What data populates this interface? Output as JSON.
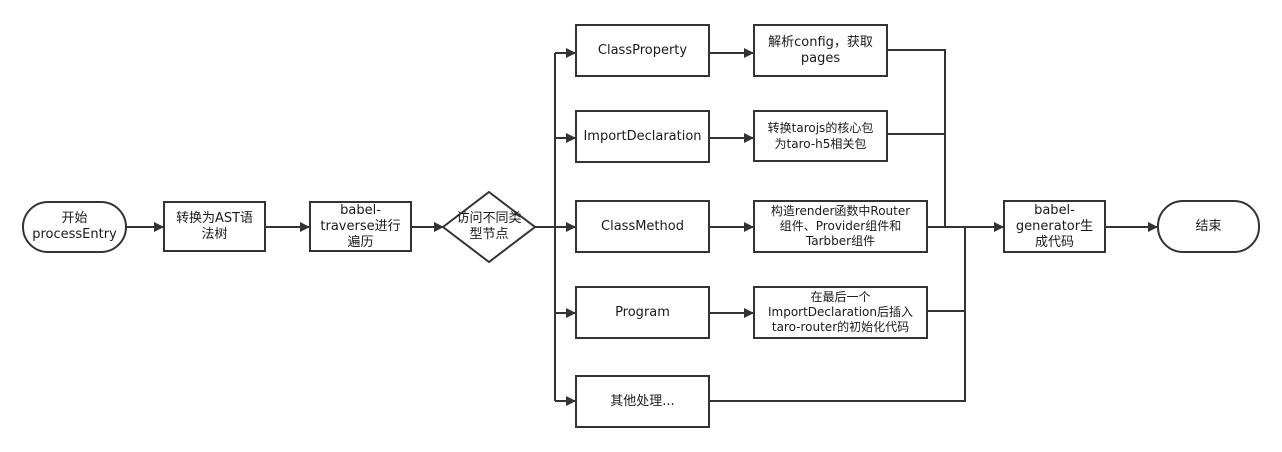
{
  "nodes": {
    "start": "开始\nprocessEntry",
    "to_ast": "转换为AST语\n法树",
    "traverse": "babel-\ntraverse进行\n遍历",
    "visit": "访问不同类\n型节点",
    "class_property": "ClassProperty",
    "import_declaration": "ImportDeclaration",
    "class_method": "ClassMethod",
    "program": "Program",
    "other": "其他处理...",
    "parse_config": "解析config，获取\npages",
    "convert_tarojs": "转换tarojs的核心包\n为taro-h5相关包",
    "build_render": "构造render函数中Router\n组件、Provider组件和\nTarbber组件",
    "insert_router": "在最后一个\nImportDeclaration后插入\ntaro-router的初始化代码",
    "generator": "babel-\ngenerator生\n成代码",
    "end": "结束"
  },
  "colors": {
    "stroke": "#333333",
    "fill": "#ffffff",
    "text": "#1a1a1a"
  }
}
